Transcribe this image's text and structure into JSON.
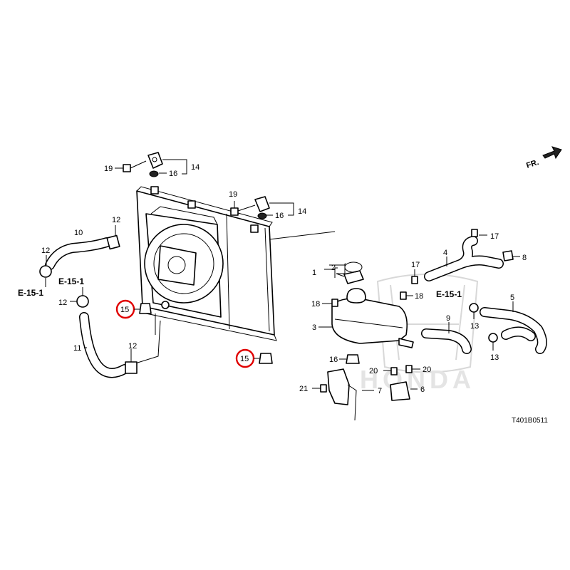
{
  "diagram": {
    "code": "T401B0511",
    "direction": "FR.",
    "watermark_text": "HONDA",
    "labels": {
      "p1": "1",
      "p2": "2",
      "p3": "3",
      "p4": "4",
      "p5": "5",
      "p6": "6",
      "p7": "7",
      "p8": "8",
      "p9": "9",
      "p10": "10",
      "p11": "11",
      "p12a": "12",
      "p12b": "12",
      "p12c": "12",
      "p12d": "12",
      "p13a": "13",
      "p13b": "13",
      "p14a": "14",
      "p14b": "14",
      "p15a": "15",
      "p15b": "15",
      "p16a": "16",
      "p16b": "16",
      "p16c": "16",
      "p17a": "17",
      "p17b": "17",
      "p18a": "18",
      "p18b": "18",
      "p19a": "19",
      "p19b": "19",
      "p20a": "20",
      "p20b": "20",
      "p21": "21"
    },
    "refs": {
      "r1": "E-15-1",
      "r2": "E-15-1",
      "r3": "E-15-1"
    },
    "highlight_color": "#e00000"
  }
}
